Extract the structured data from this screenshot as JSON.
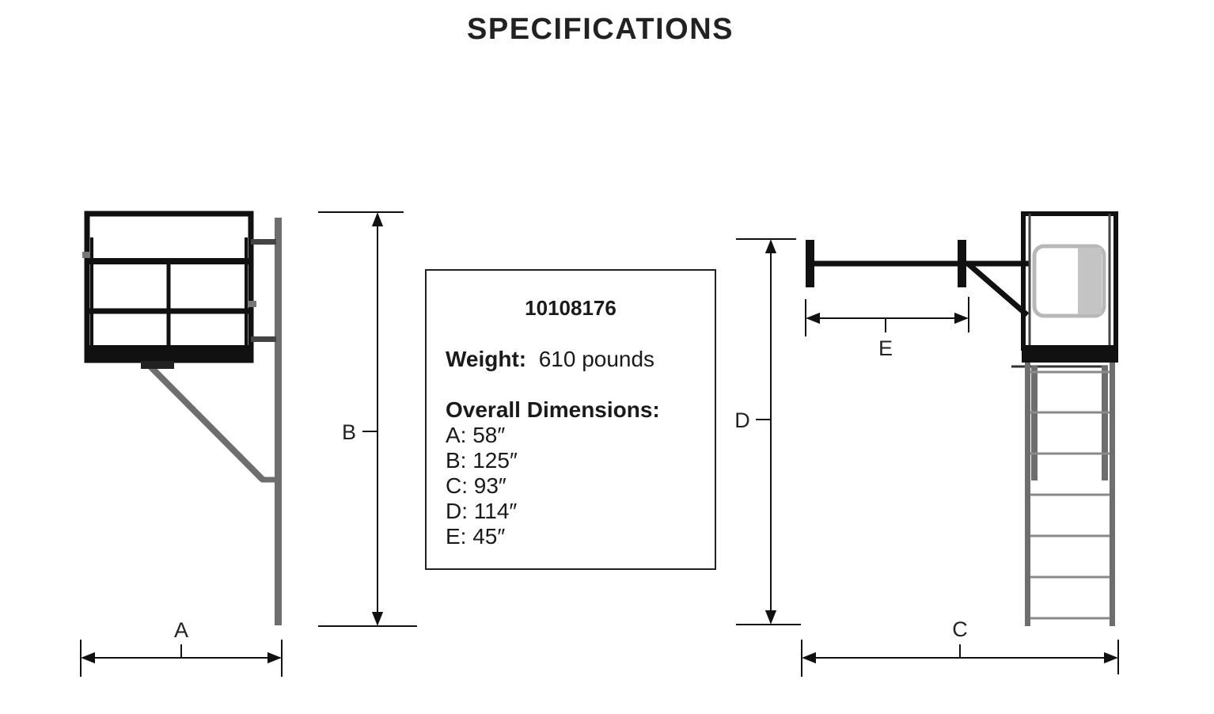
{
  "title": "SPECIFICATIONS",
  "model_number": "10108176",
  "weight": {
    "label": "Weight:",
    "value": "610 pounds"
  },
  "dimensions_heading": "Overall Dimensions:",
  "dimensions": [
    {
      "key": "A",
      "text": "A: 58″"
    },
    {
      "key": "B",
      "text": "B: 125″"
    },
    {
      "key": "C",
      "text": "C: 93″"
    },
    {
      "key": "D",
      "text": "D: 114″"
    },
    {
      "key": "E",
      "text": "E: 45″"
    }
  ],
  "dimension_labels": {
    "a": "A",
    "b": "B",
    "c": "C",
    "d": "D",
    "e": "E"
  },
  "colors": {
    "ink": "#1a1a1a",
    "steel": "#6e6e6e",
    "light": "#b8b8b8"
  }
}
